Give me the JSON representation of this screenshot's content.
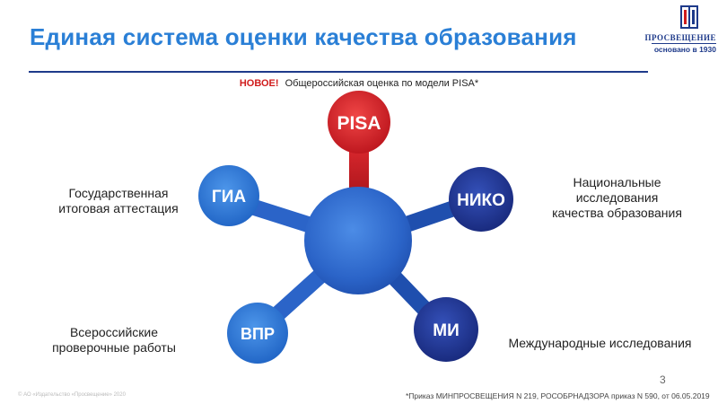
{
  "header": {
    "title": "Единая система оценки качества образования"
  },
  "logo": {
    "name": "ПРОСВЕЩЕНИЕ",
    "subtitle": "основано в 1930"
  },
  "announcement": {
    "tag": "НОВОЕ!",
    "text": "Общероссийская оценка по модели PISA*"
  },
  "diagram": {
    "nodes": {
      "pisa": "PISA",
      "gia": "ГИА",
      "niko": "НИКО",
      "vpr": "ВПР",
      "mi": "МИ"
    },
    "labels": {
      "gia": [
        "Государственная",
        "итоговая аттестация"
      ],
      "niko": [
        "Национальные",
        "исследования",
        "качества образования"
      ],
      "vpr": [
        "Всероссийские",
        "проверочные работы"
      ],
      "mi": [
        "Международные исследования"
      ]
    }
  },
  "footer": {
    "page_number": "3",
    "copyright": "© АО «Издательство «Просвещение» 2020",
    "footnote": "*Приказ МИНПРОСВЕЩЕНИЯ N 219, РОСОБРНАДЗОРА приказ N 590, от 06.05.2019"
  },
  "colors": {
    "title": "#2a7fd6",
    "rule": "#1e3a8a",
    "new_tag": "#d01c1c",
    "pisa_red": "#d6222a",
    "hub_blue": "#2f6bd1",
    "node_blue": "#2e78d4",
    "node_navy": "#1f3690"
  }
}
